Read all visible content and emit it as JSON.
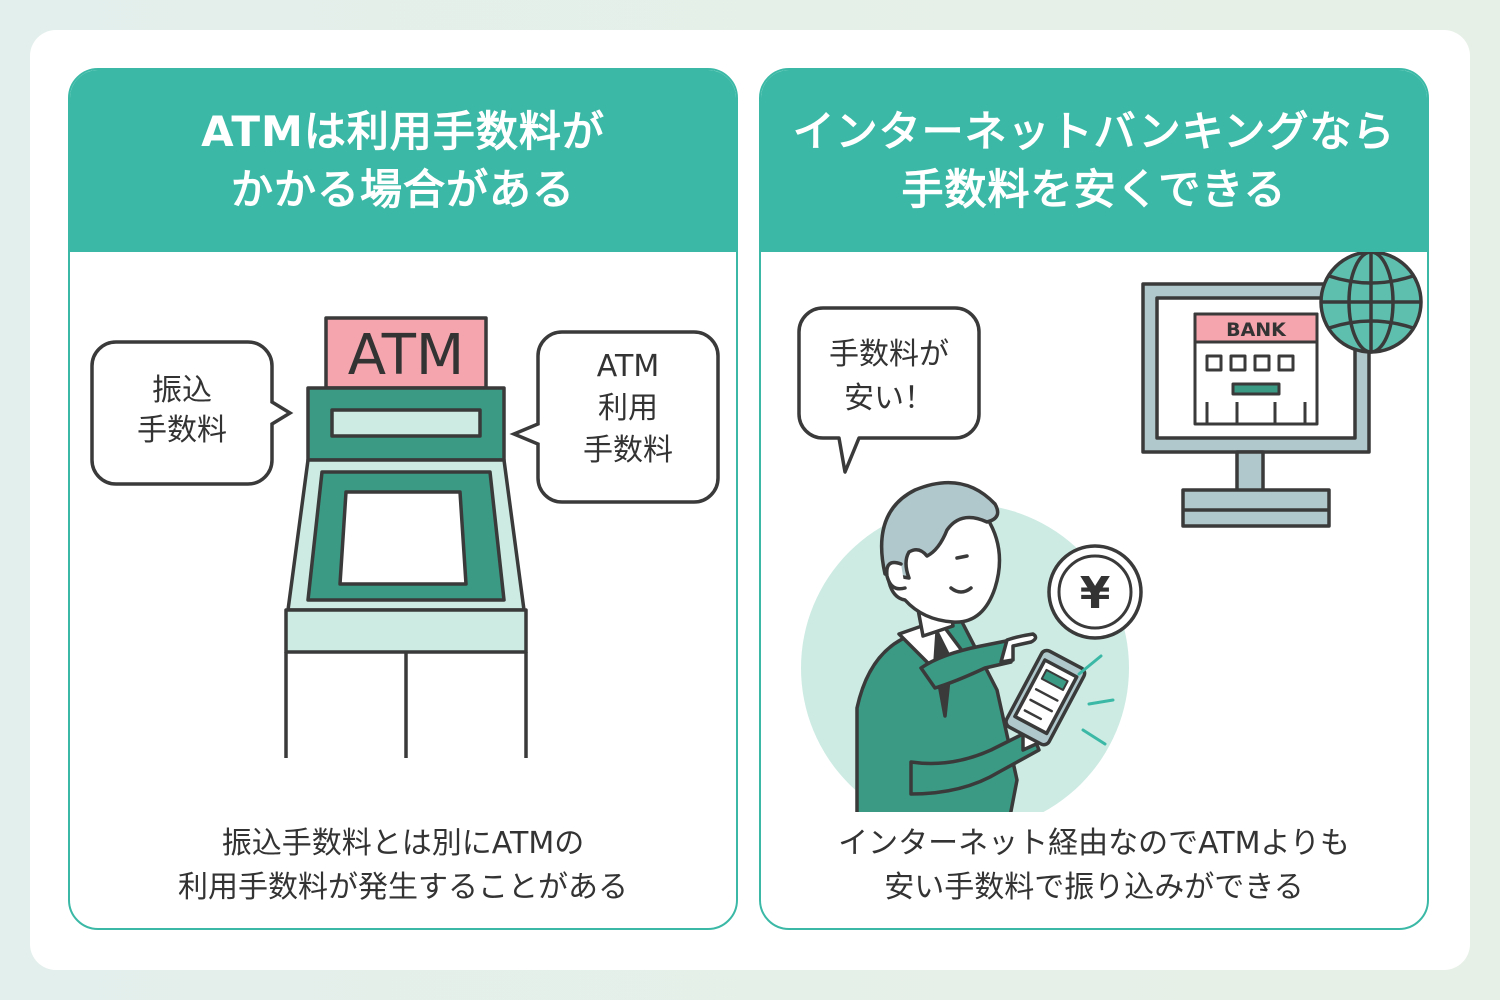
{
  "left_panel": {
    "title_line1": "ATMは利用手数料が",
    "title_line2": "かかる場合がある",
    "atm_sign": "ATM",
    "bubble_left_line1": "振込",
    "bubble_left_line2": "手数料",
    "bubble_right_line1": "ATM",
    "bubble_right_line2": "利用",
    "bubble_right_line3": "手数料",
    "caption_line1": "振込手数料とは別にATMの",
    "caption_line2": "利用手数料が発生することがある"
  },
  "right_panel": {
    "title_line1": "インターネットバンキングなら",
    "title_line2": "手数料を安くできる",
    "bubble_line1": "手数料が",
    "bubble_line2": "安い！",
    "bank_sign": "BANK",
    "yen_symbol": "¥",
    "caption_line1": "インターネット経由なのでATMよりも",
    "caption_line2": "安い手数料で振り込みができる"
  },
  "colors": {
    "accent": "#3bb9a6",
    "dark_green": "#3a9a84",
    "pale_green": "#cdebe3",
    "atm_sign_pink": "#f4a5ae",
    "outline": "#3a3a3a"
  }
}
